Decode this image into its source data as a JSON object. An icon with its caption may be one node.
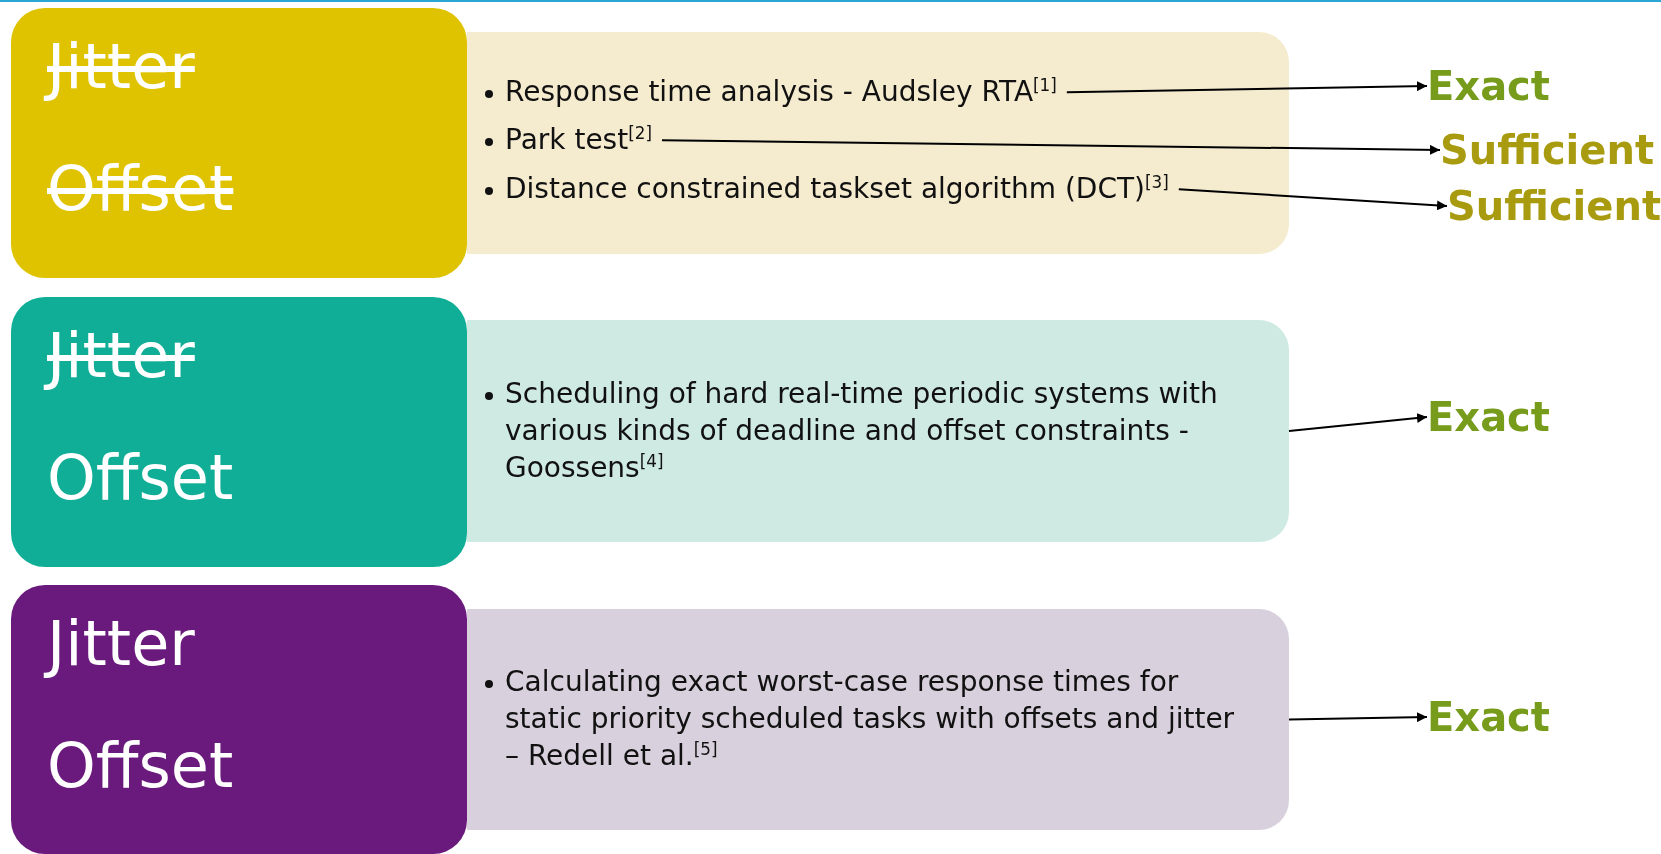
{
  "diagram": {
    "nodes": [
      {
        "text": [
          "Jitter",
          "Offset"
        ]
      },
      {
        "text": [],
        "shape": "box"
      },
      {
        "text": [
          "Response time analysis - Audsley RTA$^{[1]}$"
        ],
        "in": 1
      },
      {
        "text": [
          "Park test$^{[2]}$"
        ],
        "in": 1
      },
      {
        "text": [
          "Distance constrained taskset algorithm (DCT)$^{[3]}$"
        ],
        "in": 1
      },
      {
        "text": [
          "Exact"
        ]
      },
      {
        "text": [
          "Sufficient"
        ]
      },
      {
        "text": [
          "Sufficient"
        ]
      },
      {
        "text": [
          "Jitter",
          "Offset"
        ]
      },
      {
        "text": [
          "Scheduling of hard real-time periodic systems with various kinds of deadline and offset constraints - Goossens$^{[4]}$"
        ]
      },
      {
        "text": [
          "Exact"
        ]
      },
      {
        "text": [
          "Jitter",
          "Offset"
        ]
      },
      {
        "text": [
          "Calculating exact worst-case response times for static priority scheduled tasks with offsets and jitter – Redell et al.$^{[5]}$"
        ]
      },
      {
        "text": [
          "Exact"
        ]
      }
    ],
    "edges": [
      {
        "from": 2,
        "to": 5,
        "arrow": "to"
      },
      {
        "from": 3,
        "to": 6,
        "arrow": "to"
      },
      {
        "from": 4,
        "to": 7,
        "arrow": "to"
      },
      {
        "from": 9,
        "to": 10,
        "arrow": "to"
      },
      {
        "from": 12,
        "to": 13,
        "arrow": "to"
      }
    ]
  }
}
